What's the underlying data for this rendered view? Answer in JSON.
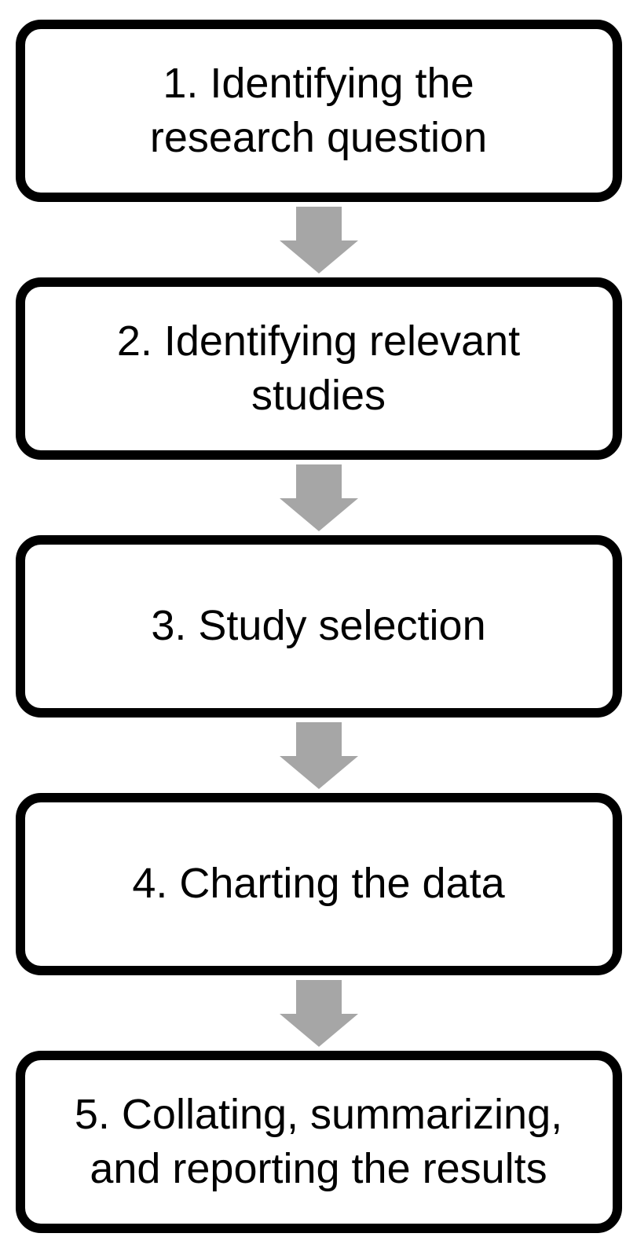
{
  "steps": [
    {
      "label": "1. Identifying the\nresearch question"
    },
    {
      "label": "2. Identifying relevant\nstudies"
    },
    {
      "label": "3. Study selection"
    },
    {
      "label": "4. Charting the data"
    },
    {
      "label": "5. Collating, summarizing,\nand reporting the results"
    }
  ],
  "colors": {
    "background": "#ffffff",
    "box_fill": "#ffffff",
    "box_border": "#000000",
    "text": "#000000",
    "arrow": "#a6a6a6"
  }
}
